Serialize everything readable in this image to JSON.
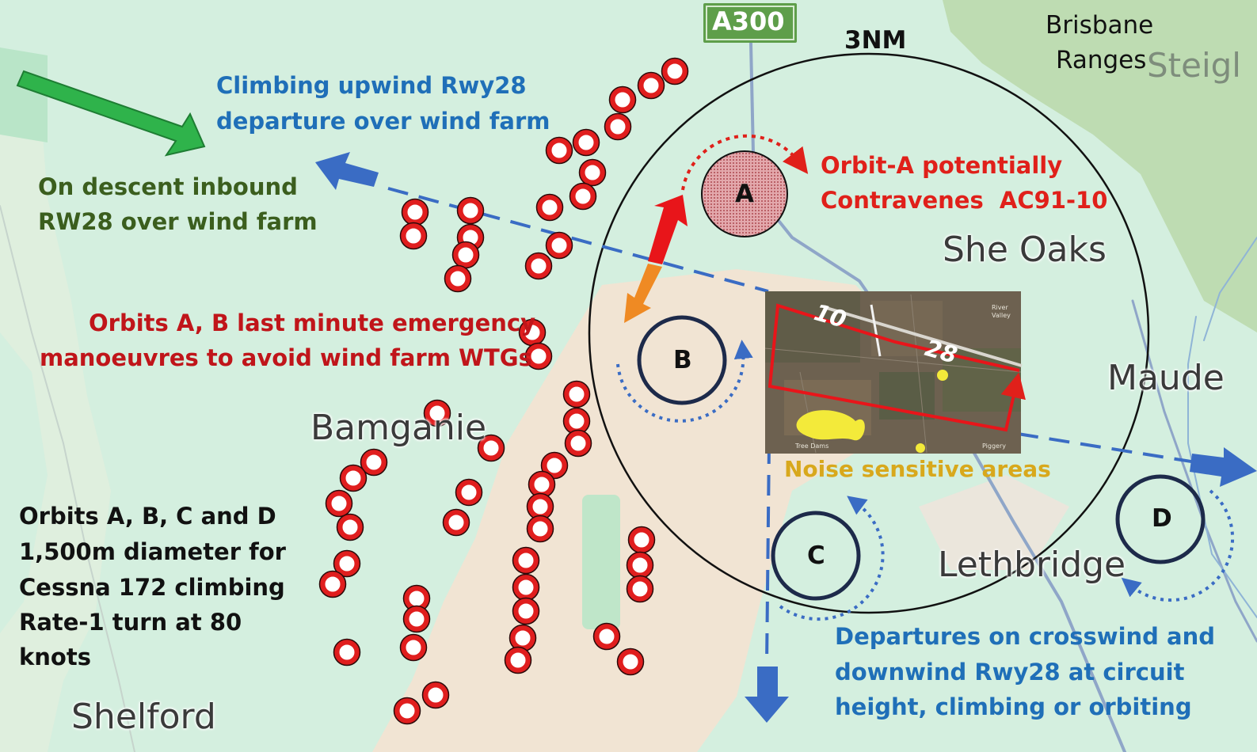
{
  "road_sign": "A300",
  "radius_label": "3NM",
  "places": {
    "brisbane_ranges": [
      "Brisbane",
      "Ranges"
    ],
    "steiglitz": "Steigl",
    "she_oaks": "She Oaks",
    "maude": "Maude",
    "bamganie": "Bamganie",
    "lethbridge": "Lethbridge",
    "shelford": "Shelford"
  },
  "annotations": {
    "climbing_upwind": [
      "Climbing upwind Rwy28",
      "departure over wind farm"
    ],
    "descent_inbound": [
      "On descent inbound",
      "RW28 over wind farm"
    ],
    "orbit_a_note": [
      "Orbit-A potentially",
      "Contravenes  AC91-10"
    ],
    "emergency_note": [
      "Orbits A, B last minute emergency",
      "manoeuvres to avoid wind farm WTGs"
    ],
    "noise_sensitive": "Noise sensitive areas",
    "orbit_size_note": [
      "Orbits A, B, C and D",
      "1,500m diameter for",
      "Cessna 172 climbing",
      "Rate-1 turn at 80",
      "knots"
    ],
    "departures_note": [
      "Departures on crosswind and",
      "downwind Rwy28 at circuit",
      "height, climbing or orbiting"
    ]
  },
  "orbits": {
    "a": "A",
    "b": "B",
    "c": "C",
    "d": "D"
  },
  "runway": {
    "end_10": "10",
    "end_28": "28",
    "inset_labels": [
      "River",
      "Valley",
      "Tree Dams",
      "Piggery"
    ]
  },
  "colors": {
    "map_bg": "#d4efdf",
    "farmland": "#f1e4d3",
    "ranges": "#bedcb2",
    "road": "#8fa6c8",
    "turbine": "#e01e1e",
    "blue_label": "#1f6fb8",
    "green_label": "#3b5e1e",
    "red_label": "#e0201a",
    "dark_red_label": "#c0151a",
    "gold_label": "#d8a81c",
    "route_dash": "#3a6cc4",
    "sign_green": "#5e9e4a"
  }
}
